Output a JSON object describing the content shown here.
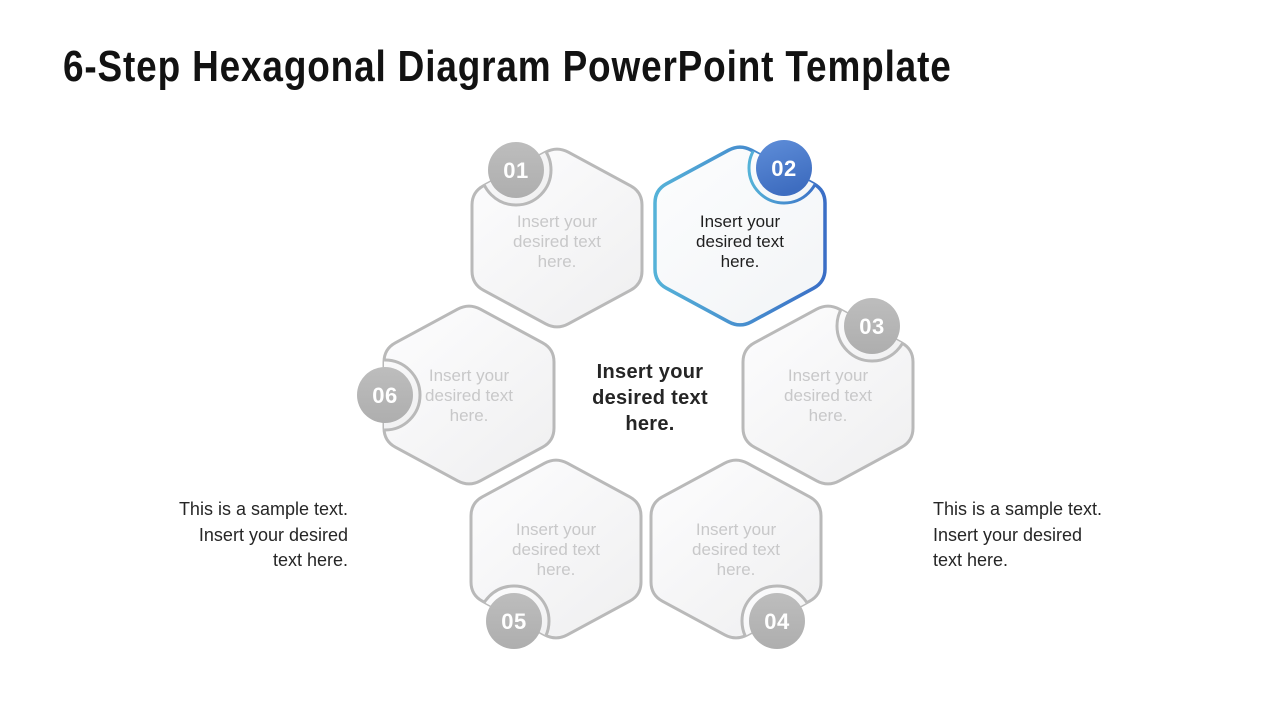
{
  "slide": {
    "title": "6-Step Hexagonal Diagram PowerPoint Template",
    "diagram": {
      "center_text": "Insert your\ndesired text\nhere.",
      "steps": [
        {
          "number": "01",
          "text": "Insert your\ndesired text\nhere.",
          "highlighted": false
        },
        {
          "number": "02",
          "text": "Insert your\ndesired text\nhere.",
          "highlighted": true
        },
        {
          "number": "03",
          "text": "Insert your\ndesired text\nhere.",
          "highlighted": false
        },
        {
          "number": "04",
          "text": "Insert your\ndesired text\nhere.",
          "highlighted": false
        },
        {
          "number": "05",
          "text": "Insert your\ndesired text\nhere.",
          "highlighted": false
        },
        {
          "number": "06",
          "text": "Insert your\ndesired text\nhere.",
          "highlighted": false
        }
      ]
    },
    "notes": {
      "left": "This is a sample text.\nInsert your desired\ntext here.",
      "right": "This is a sample text.\nInsert your desired\ntext here."
    },
    "colors": {
      "accent_border_start": "#55B2D8",
      "accent_border_end": "#3A6EC6",
      "badge_blue_start": "#5F8ED9",
      "badge_blue_end": "#3E6DC0",
      "badge_gray": "#B5B5B5",
      "hex_border_gray": "#B9B9B9",
      "placeholder_text_gray": "#C8C8C9",
      "body_text_dark": "#262626"
    }
  }
}
